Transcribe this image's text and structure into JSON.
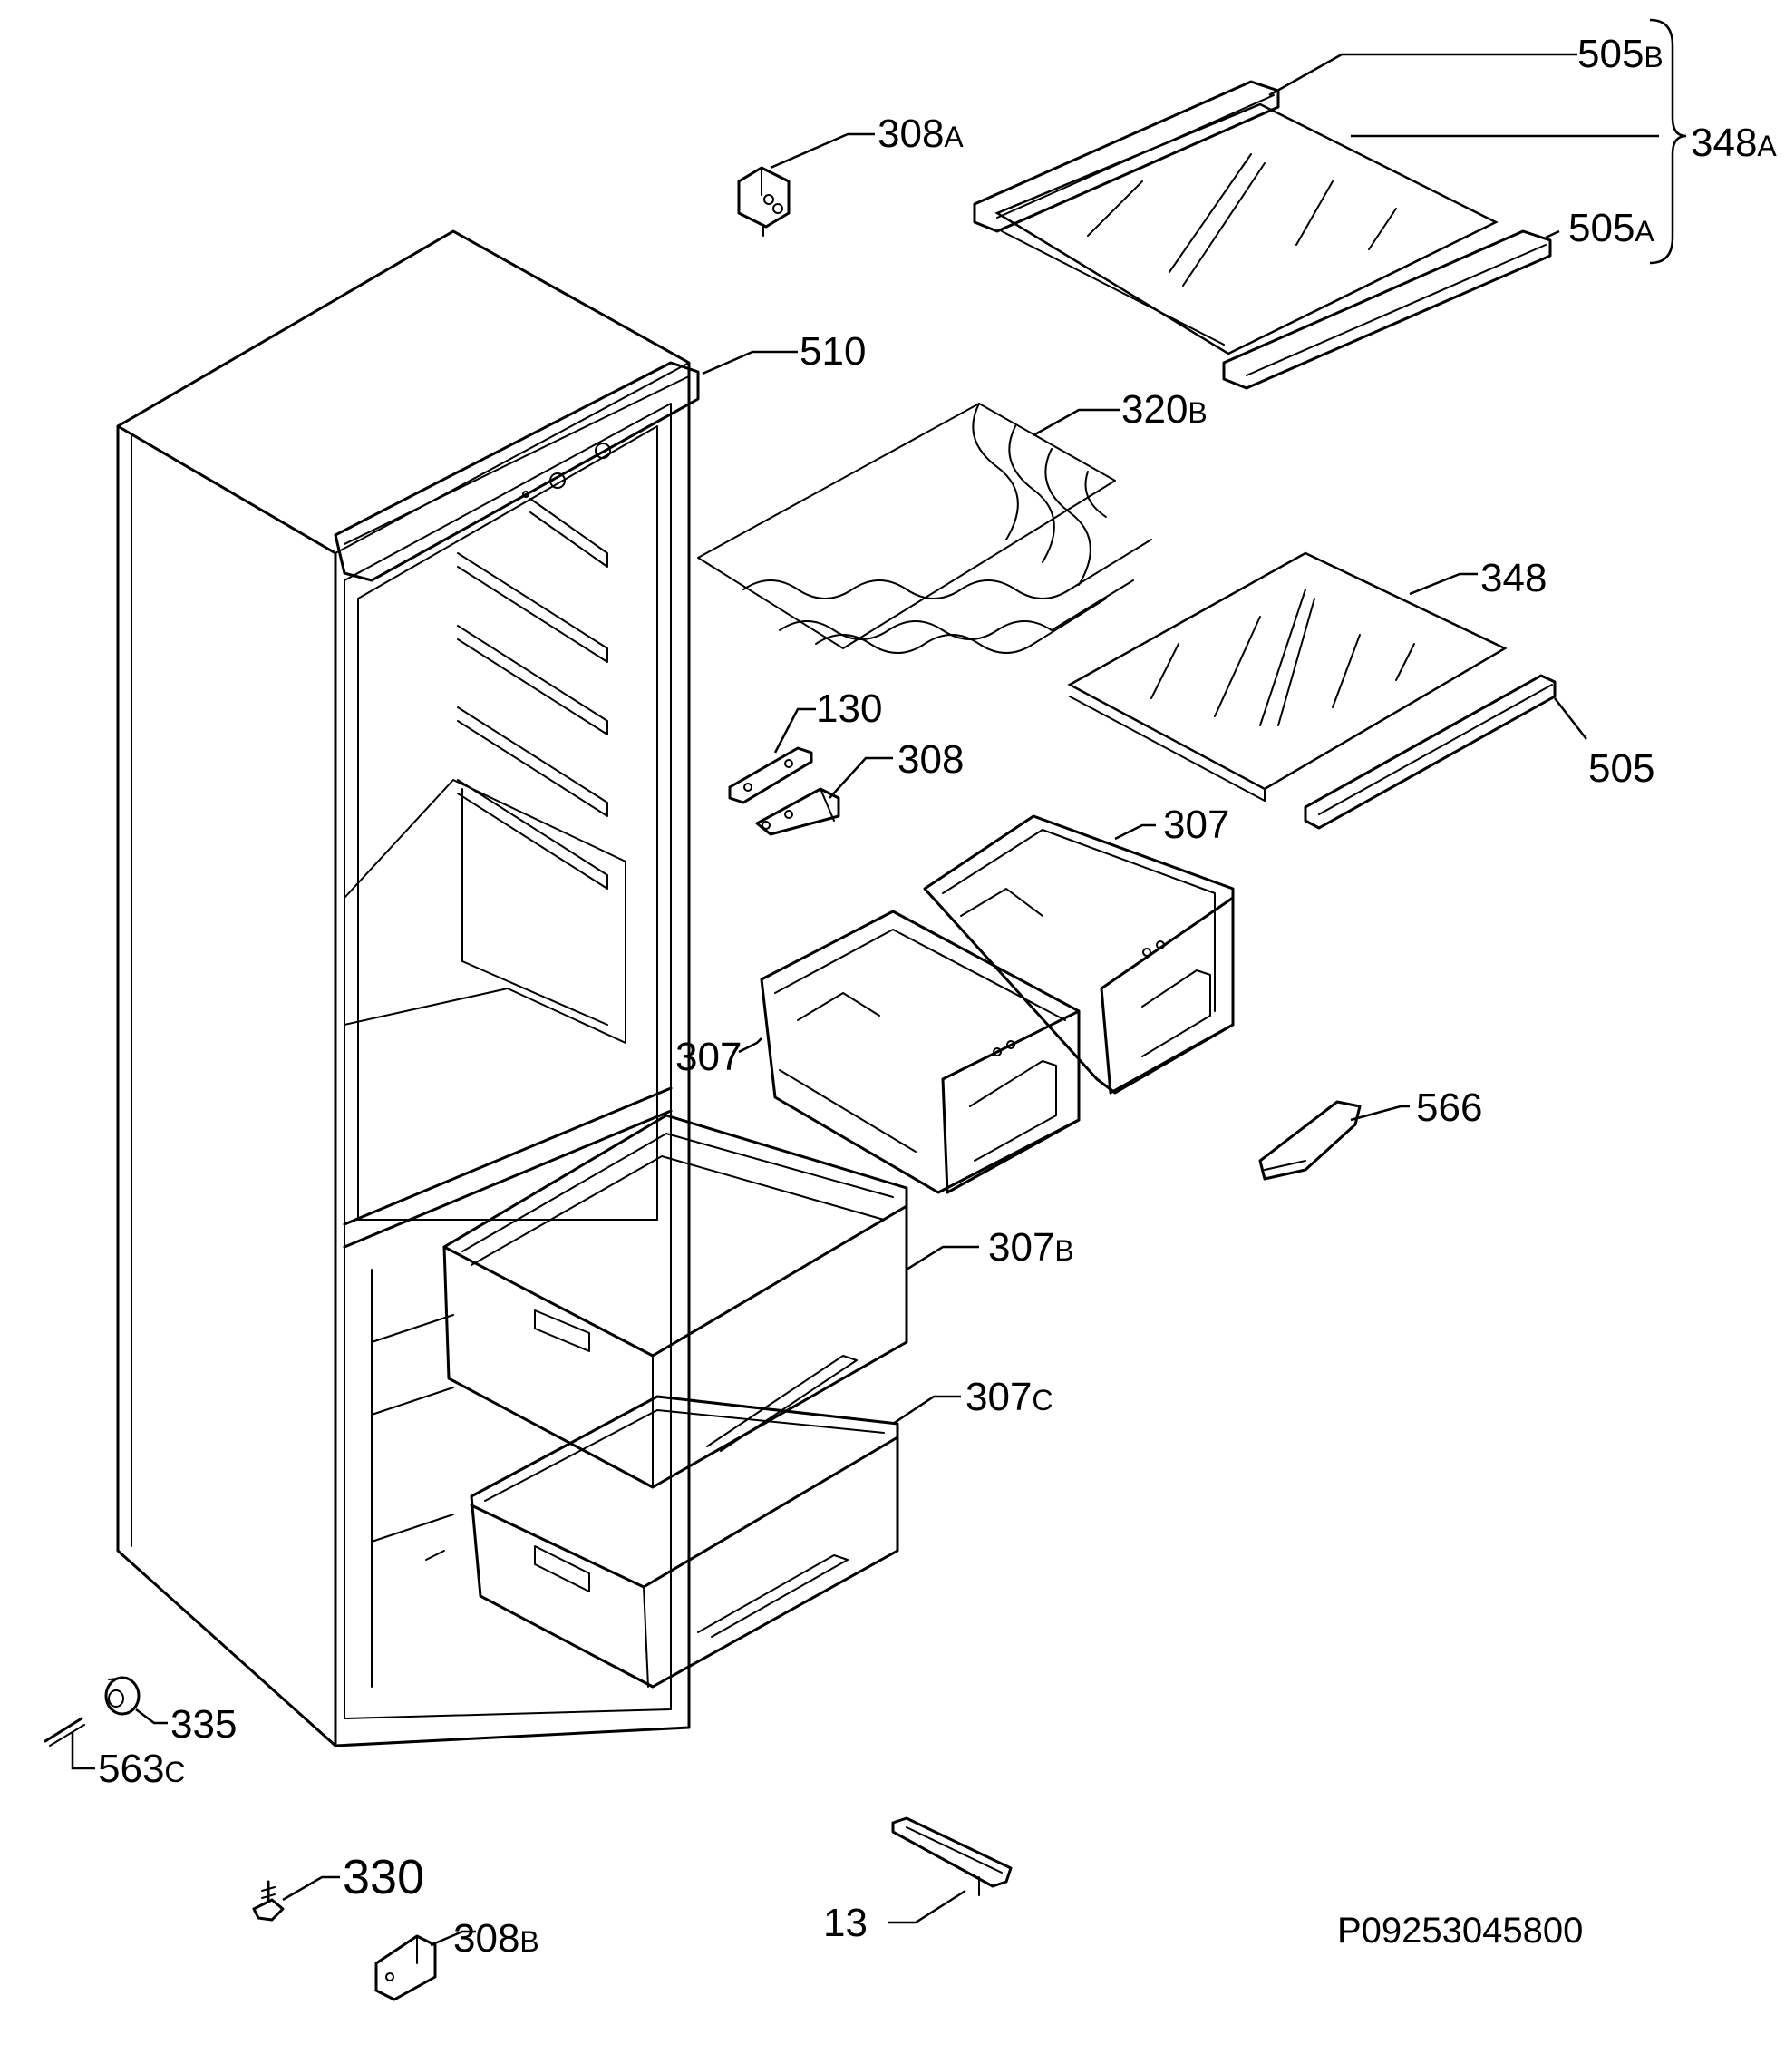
{
  "callouts": {
    "c308A": {
      "number": "308",
      "suffix": "A"
    },
    "c505B": {
      "number": "505",
      "suffix": "B"
    },
    "c348A": {
      "number": "348",
      "suffix": "A"
    },
    "c505A": {
      "number": "505",
      "suffix": "A"
    },
    "c510": {
      "number": "510",
      "suffix": ""
    },
    "c320B": {
      "number": "320",
      "suffix": "B"
    },
    "c348": {
      "number": "348",
      "suffix": ""
    },
    "c505": {
      "number": "505",
      "suffix": ""
    },
    "c130": {
      "number": "130",
      "suffix": ""
    },
    "c308": {
      "number": "308",
      "suffix": ""
    },
    "c307a": {
      "number": "307",
      "suffix": ""
    },
    "c307b": {
      "number": "307",
      "suffix": ""
    },
    "c566": {
      "number": "566",
      "suffix": ""
    },
    "c307B": {
      "number": "307",
      "suffix": "B"
    },
    "c307C": {
      "number": "307",
      "suffix": "C"
    },
    "c335": {
      "number": "335",
      "suffix": ""
    },
    "c563C": {
      "number": "563",
      "suffix": "C"
    },
    "c330": {
      "number": "330",
      "suffix": ""
    },
    "c308B": {
      "number": "308",
      "suffix": "B"
    },
    "c13": {
      "number": "13",
      "suffix": ""
    }
  },
  "drawing_reference": "P09253045800"
}
